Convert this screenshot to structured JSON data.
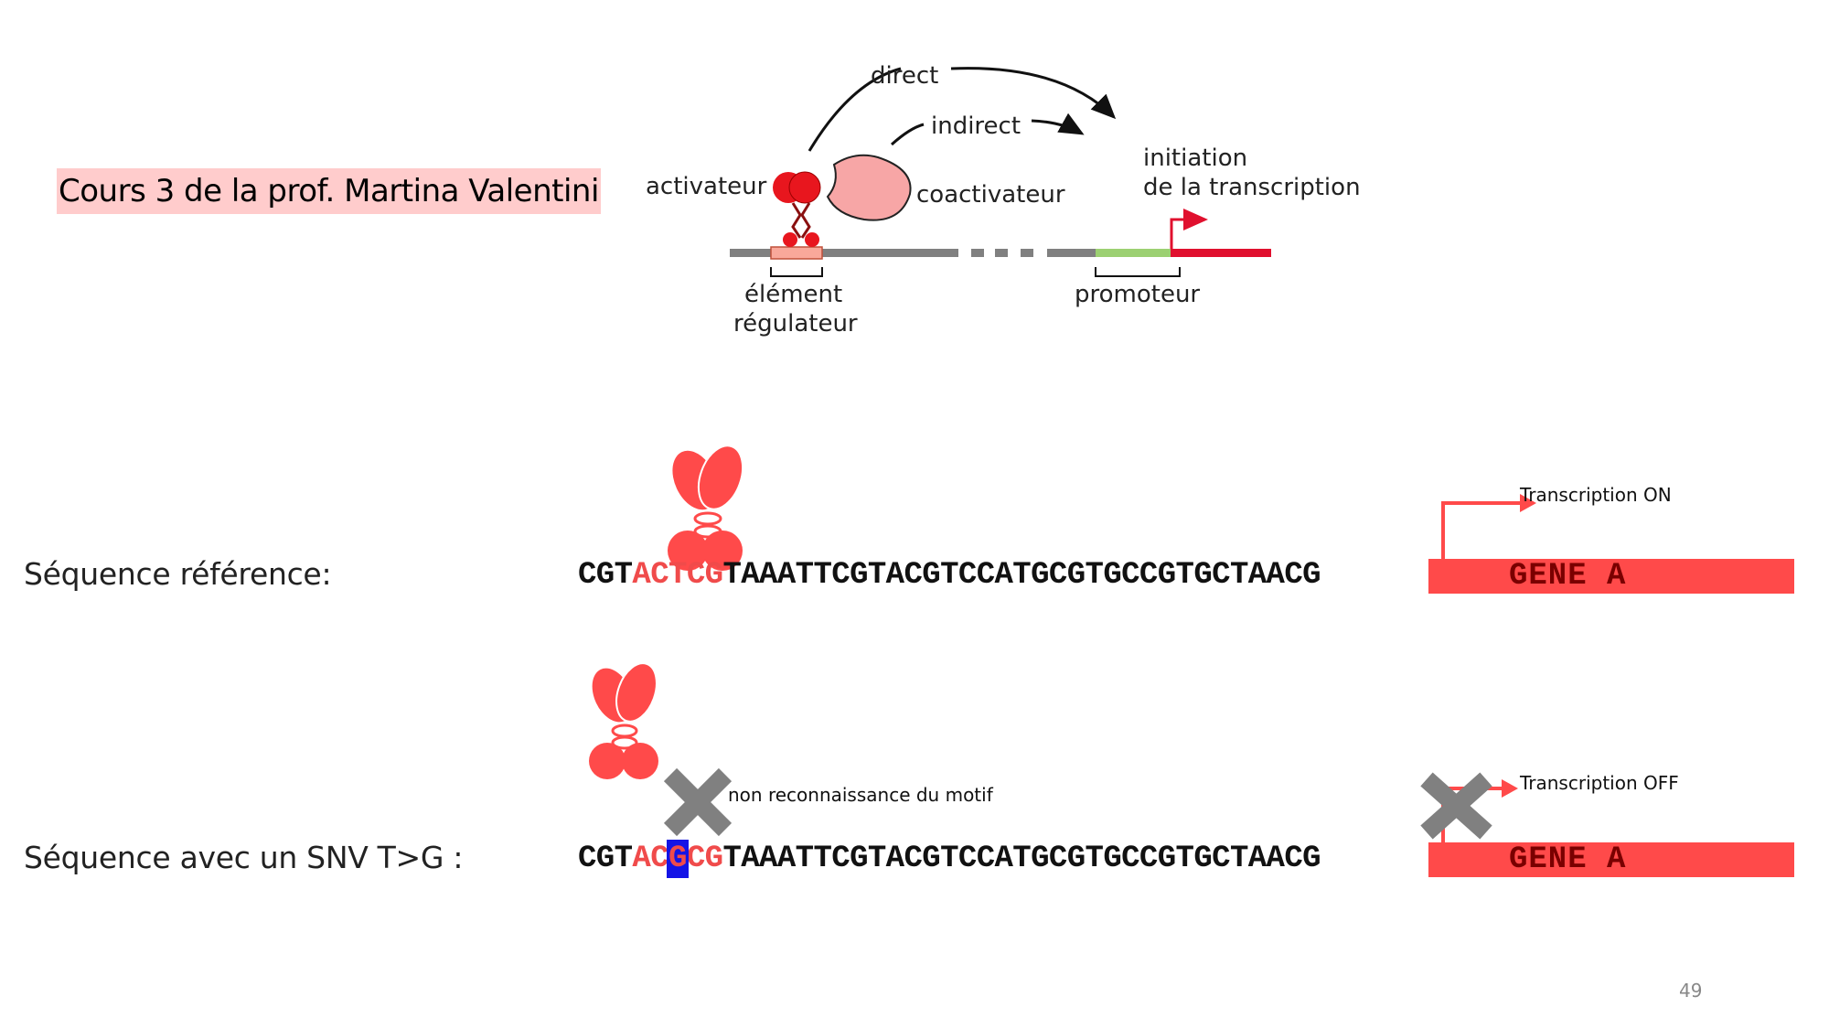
{
  "course_label": "Cours 3 de la prof. Martina Valentini",
  "top_diagram": {
    "direct": "direct",
    "indirect": "indirect",
    "activateur": "activateur",
    "coactivateur": "coactivateur",
    "initiation_line1": "initiation",
    "initiation_line2": "de la transcription",
    "element_line1": "élément",
    "element_line2": "régulateur",
    "promoteur": "promoteur"
  },
  "reference": {
    "label": "Séquence référence:",
    "seq_prefix": "CGT",
    "seq_motif": "ACTCG",
    "seq_rest": "TAAATTCGTACGTCCATGCGTGCCGTGCTAACG",
    "gene": "GENE A",
    "status": "Transcription ON"
  },
  "snv": {
    "label": "Séquence avec un SNV T>G :",
    "seq_prefix": "CGT",
    "seq_motif_a": "AC",
    "seq_mutated": "G",
    "seq_motif_b": "CG",
    "seq_rest": "TAAATTCGTACGTCCATGCGTGCCGTGCTAACG",
    "gene": "GENE A",
    "status": "Transcription OFF",
    "note": "non reconnaissance du motif"
  },
  "page_number": "49",
  "colors": {
    "accent_red": "#ff4a4a",
    "motif_red": "#f04b4b",
    "snv_blue": "#1414e6",
    "cross_gray": "#808080",
    "highlight_pink": "#ffcccc"
  }
}
